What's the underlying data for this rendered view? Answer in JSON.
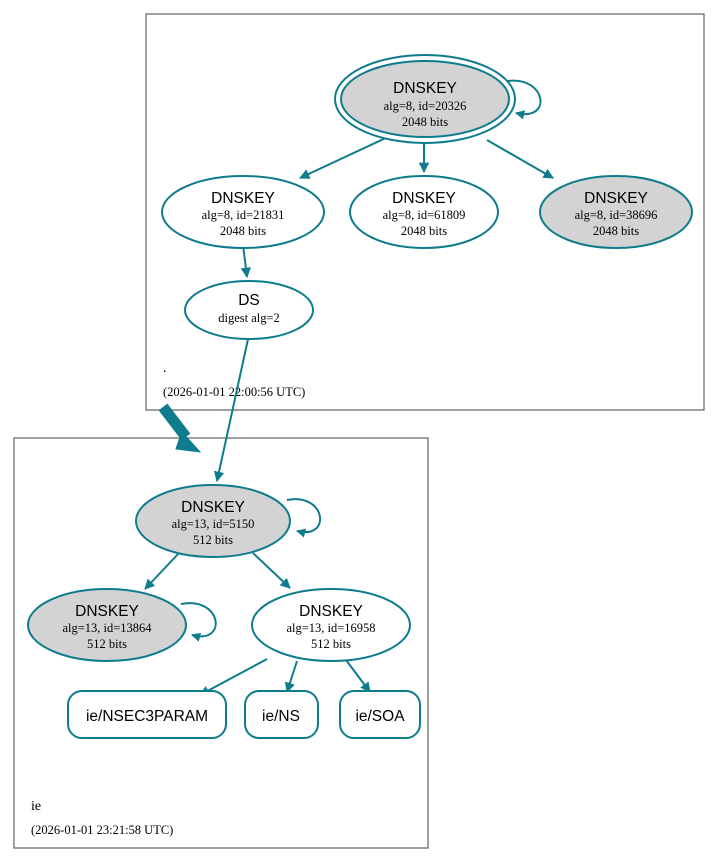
{
  "diagram": {
    "type": "dnssec-authentication-chain",
    "colors": {
      "edge": "#0e7c8c",
      "node_stroke": "#0e7c8c",
      "secure_fill": "#d3d3d3",
      "plain_fill": "#ffffff",
      "cluster_stroke": "#787878",
      "text": "#000000"
    }
  },
  "clusters": [
    {
      "id": "root",
      "label": ".",
      "date": "(2026-01-01 22:00:56 UTC)"
    },
    {
      "id": "ie",
      "label": "ie",
      "date": "(2026-01-01 23:21:58 UTC)"
    }
  ],
  "nodes": {
    "root_ksk_20326": {
      "title": "DNSKEY",
      "line2": "alg=8, id=20326",
      "line3": "2048 bits",
      "shape": "doubleellipse",
      "fill": "#d3d3d3",
      "self_signed": true
    },
    "root_zsk_21831": {
      "title": "DNSKEY",
      "line2": "alg=8, id=21831",
      "line3": "2048 bits",
      "shape": "ellipse",
      "fill": "#ffffff",
      "self_signed": false
    },
    "root_zsk_61809": {
      "title": "DNSKEY",
      "line2": "alg=8, id=61809",
      "line3": "2048 bits",
      "shape": "ellipse",
      "fill": "#ffffff",
      "self_signed": false
    },
    "root_zsk_38696": {
      "title": "DNSKEY",
      "line2": "alg=8, id=38696",
      "line3": "2048 bits",
      "shape": "ellipse",
      "fill": "#d3d3d3",
      "self_signed": false
    },
    "root_ds": {
      "title": "DS",
      "line2": "digest alg=2",
      "line3": "",
      "shape": "ellipse",
      "fill": "#ffffff",
      "self_signed": false
    },
    "ie_ksk_5150": {
      "title": "DNSKEY",
      "line2": "alg=13, id=5150",
      "line3": "512 bits",
      "shape": "ellipse",
      "fill": "#d3d3d3",
      "self_signed": true
    },
    "ie_key_13864": {
      "title": "DNSKEY",
      "line2": "alg=13, id=13864",
      "line3": "512 bits",
      "shape": "ellipse",
      "fill": "#d3d3d3",
      "self_signed": true
    },
    "ie_zsk_16958": {
      "title": "DNSKEY",
      "line2": "alg=13, id=16958",
      "line3": "512 bits",
      "shape": "ellipse",
      "fill": "#ffffff",
      "self_signed": false
    }
  },
  "rrsets": [
    {
      "id": "ie_nsec3param",
      "label": "ie/NSEC3PARAM"
    },
    {
      "id": "ie_ns",
      "label": "ie/NS"
    },
    {
      "id": "ie_soa",
      "label": "ie/SOA"
    }
  ],
  "edges": [
    {
      "from": "root_ksk_20326",
      "to": "root_ksk_20326",
      "kind": "self-sign"
    },
    {
      "from": "root_ksk_20326",
      "to": "root_zsk_21831",
      "kind": "sign"
    },
    {
      "from": "root_ksk_20326",
      "to": "root_zsk_61809",
      "kind": "sign"
    },
    {
      "from": "root_ksk_20326",
      "to": "root_zsk_38696",
      "kind": "sign"
    },
    {
      "from": "root_zsk_21831",
      "to": "root_ds",
      "kind": "sign"
    },
    {
      "from": "root_ds",
      "to": "ie_ksk_5150",
      "kind": "delegation"
    },
    {
      "from": "root",
      "to": "ie",
      "kind": "zone-delegation-thick"
    },
    {
      "from": "ie_ksk_5150",
      "to": "ie_ksk_5150",
      "kind": "self-sign"
    },
    {
      "from": "ie_ksk_5150",
      "to": "ie_key_13864",
      "kind": "sign"
    },
    {
      "from": "ie_ksk_5150",
      "to": "ie_zsk_16958",
      "kind": "sign"
    },
    {
      "from": "ie_key_13864",
      "to": "ie_key_13864",
      "kind": "self-sign"
    },
    {
      "from": "ie_zsk_16958",
      "to": "ie_nsec3param",
      "kind": "sign"
    },
    {
      "from": "ie_zsk_16958",
      "to": "ie_ns",
      "kind": "sign"
    },
    {
      "from": "ie_zsk_16958",
      "to": "ie_soa",
      "kind": "sign"
    }
  ]
}
